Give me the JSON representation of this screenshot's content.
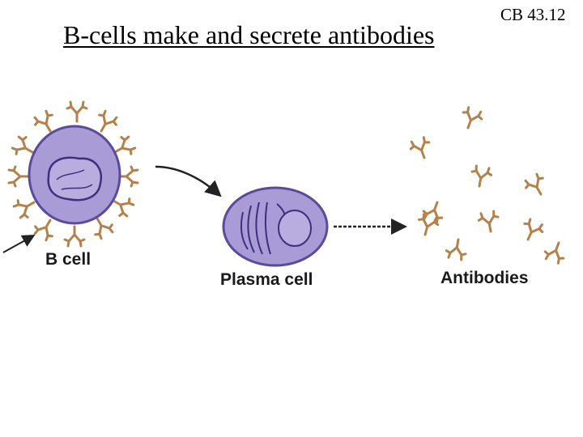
{
  "slide": {
    "ref": "CB 43.12",
    "title": "B-cells make and secrete antibodies"
  },
  "diagram": {
    "labels": {
      "b_cell": "B cell",
      "plasma_cell": "Plasma cell",
      "antibodies": "Antibodies"
    },
    "colors": {
      "cell_fill": "#a99bd6",
      "cell_edge": "#5a4a9a",
      "nucleus_edge": "#3e2f7e",
      "antibody": "#b5814a",
      "arrow": "#222222"
    }
  }
}
